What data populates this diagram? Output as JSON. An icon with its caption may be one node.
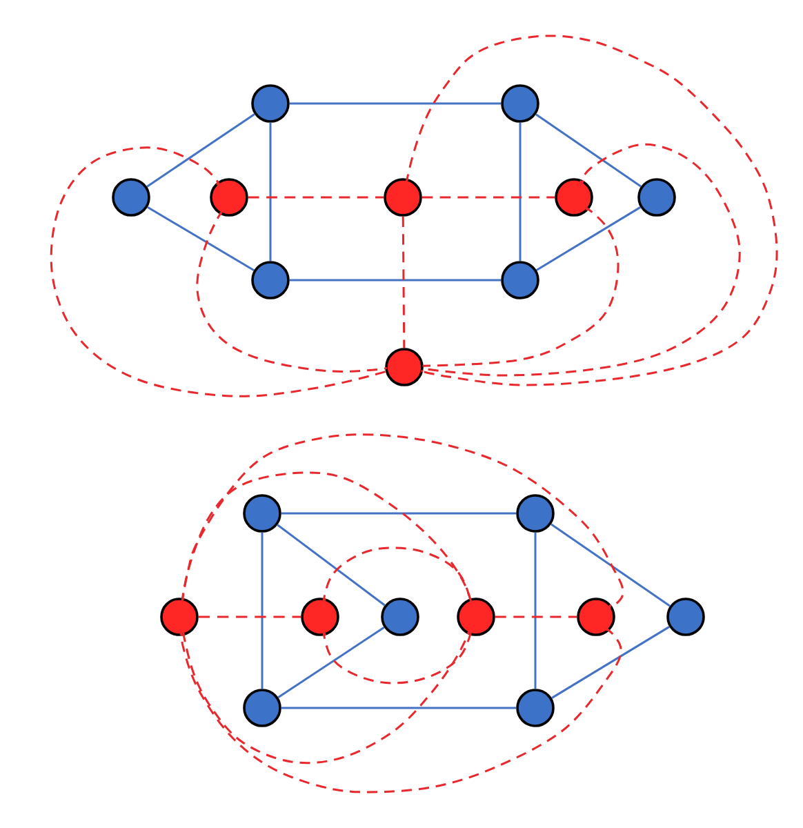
{
  "diagram": {
    "nodes": [
      {
        "text": [],
        "shape": "circle"
      },
      {
        "text": [],
        "shape": "circle"
      },
      {
        "text": [],
        "shape": "circle"
      },
      {
        "text": [],
        "shape": "circle"
      },
      {
        "text": [],
        "shape": "circle"
      },
      {
        "text": [],
        "shape": "circle"
      },
      {
        "text": [],
        "shape": "circle"
      },
      {
        "text": [],
        "shape": "circle"
      },
      {
        "text": [],
        "shape": "circle"
      },
      {
        "text": [],
        "shape": "circle"
      },
      {
        "text": [],
        "shape": "circle"
      },
      {
        "text": [],
        "shape": "circle"
      },
      {
        "text": [],
        "shape": "circle"
      },
      {
        "text": [],
        "shape": "circle"
      },
      {
        "text": [],
        "shape": "circle"
      },
      {
        "text": [],
        "shape": "circle"
      },
      {
        "text": [],
        "shape": "circle"
      },
      {
        "text": [],
        "shape": "circle"
      },
      {
        "text": [],
        "shape": "circle"
      },
      {
        "text": [],
        "shape": "circle"
      }
    ],
    "edges": [
      {
        "from": 0,
        "to": 1,
        "arrow": "none"
      },
      {
        "from": 0,
        "to": 2,
        "arrow": "none"
      },
      {
        "from": 0,
        "to": 7,
        "arrow": "none"
      },
      {
        "from": 2,
        "to": 7,
        "arrow": "none"
      },
      {
        "from": 7,
        "to": 8,
        "arrow": "none"
      },
      {
        "from": 1,
        "to": 8,
        "arrow": "none"
      },
      {
        "from": 1,
        "to": 6,
        "arrow": "none"
      },
      {
        "from": 6,
        "to": 8,
        "arrow": "none"
      },
      {
        "from": 3,
        "to": 4,
        "arrow": "none",
        "style": "dashed",
        "color": "#e8282c"
      },
      {
        "from": 4,
        "to": 5,
        "arrow": "none",
        "style": "dashed",
        "color": "#e8282c"
      },
      {
        "from": 4,
        "to": 9,
        "arrow": "none",
        "style": "dashed",
        "color": "#e8282c"
      },
      {
        "from": 4,
        "to": 9,
        "arrow": "none",
        "style": "dashed",
        "color": "#e8282c"
      },
      {
        "from": 3,
        "to": 9,
        "arrow": "none",
        "style": "dashed",
        "color": "#e8282c"
      },
      {
        "from": 3,
        "to": 9,
        "arrow": "none",
        "style": "dashed",
        "color": "#e8282c"
      },
      {
        "from": 5,
        "to": 9,
        "arrow": "none",
        "style": "dashed",
        "color": "#e8282c"
      },
      {
        "from": 5,
        "to": 9,
        "arrow": "none",
        "style": "dashed",
        "color": "#e8282c"
      },
      {
        "from": 10,
        "to": 11,
        "arrow": "none"
      },
      {
        "from": 10,
        "to": 18,
        "arrow": "none"
      },
      {
        "from": 10,
        "to": 14,
        "arrow": "none"
      },
      {
        "from": 14,
        "to": 18,
        "arrow": "none"
      },
      {
        "from": 18,
        "to": 19,
        "arrow": "none"
      },
      {
        "from": 11,
        "to": 19,
        "arrow": "none"
      },
      {
        "from": 11,
        "to": 17,
        "arrow": "none"
      },
      {
        "from": 17,
        "to": 19,
        "arrow": "none"
      },
      {
        "from": 12,
        "to": 13,
        "arrow": "none",
        "style": "dashed",
        "color": "#e8282c"
      },
      {
        "from": 15,
        "to": 16,
        "arrow": "none",
        "style": "dashed",
        "color": "#e8282c"
      },
      {
        "from": 13,
        "to": 15,
        "arrow": "none",
        "style": "dashed",
        "color": "#e8282c"
      },
      {
        "from": 13,
        "to": 15,
        "arrow": "none",
        "style": "dashed",
        "color": "#e8282c"
      },
      {
        "from": 12,
        "to": 15,
        "arrow": "none",
        "style": "dashed",
        "color": "#e8282c"
      },
      {
        "from": 12,
        "to": 15,
        "arrow": "none",
        "style": "dashed",
        "color": "#e8282c"
      },
      {
        "from": 12,
        "to": 16,
        "arrow": "none",
        "style": "dashed",
        "color": "#e8282c"
      },
      {
        "from": 12,
        "to": 16,
        "arrow": "none",
        "style": "dashed",
        "color": "#e8282c"
      }
    ]
  }
}
